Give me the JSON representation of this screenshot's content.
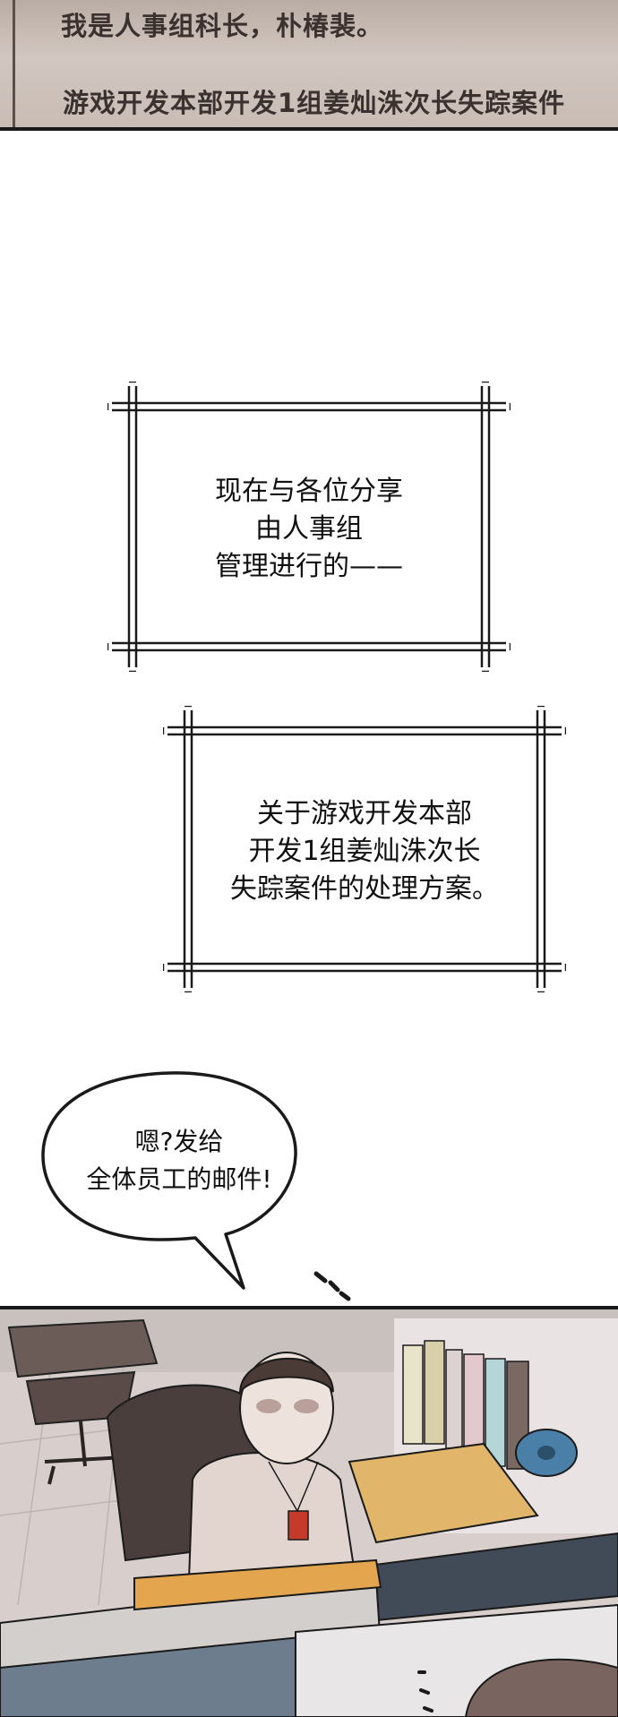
{
  "top_panel": {
    "line1": "我是人事组科长，朴椿裴。",
    "line2": "游戏开发本部开发1组姜灿洙次长失踪案件"
  },
  "caption1": {
    "lines": [
      "现在与各位分享",
      "由人事组",
      "管理进行的——"
    ]
  },
  "caption2": {
    "lines": [
      "关于游戏开发本部",
      "开发1组姜灿洙次长",
      "失踪案件的处理方案。"
    ]
  },
  "speech_bubble": {
    "lines": [
      "嗯?发给",
      "全体员工的邮件!"
    ]
  },
  "colors": {
    "frame": "#1a1a1a",
    "top_bg": "#c8bcb5",
    "top_text": "#3b3230",
    "page_bg": "#ffffff"
  }
}
